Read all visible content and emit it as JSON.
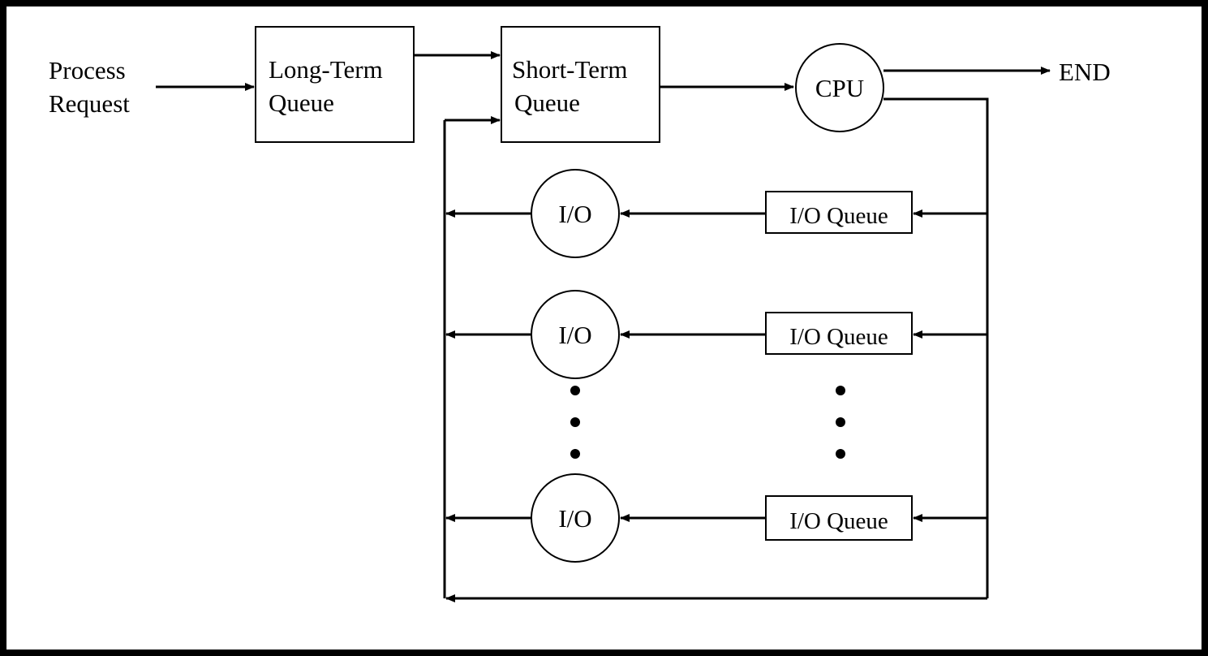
{
  "diagram": {
    "input": {
      "line1": "Process",
      "line2": "Request"
    },
    "long_term_queue": {
      "line1": "Long-Term",
      "line2": "Queue"
    },
    "short_term_queue": {
      "line1": "Short-Term",
      "line2": "Queue"
    },
    "cpu": "CPU",
    "end": "END",
    "io_rows": [
      {
        "queue": "I/O Queue",
        "device": "I/O"
      },
      {
        "queue": "I/O Queue",
        "device": "I/O"
      },
      {
        "queue": "I/O Queue",
        "device": "I/O"
      }
    ]
  }
}
